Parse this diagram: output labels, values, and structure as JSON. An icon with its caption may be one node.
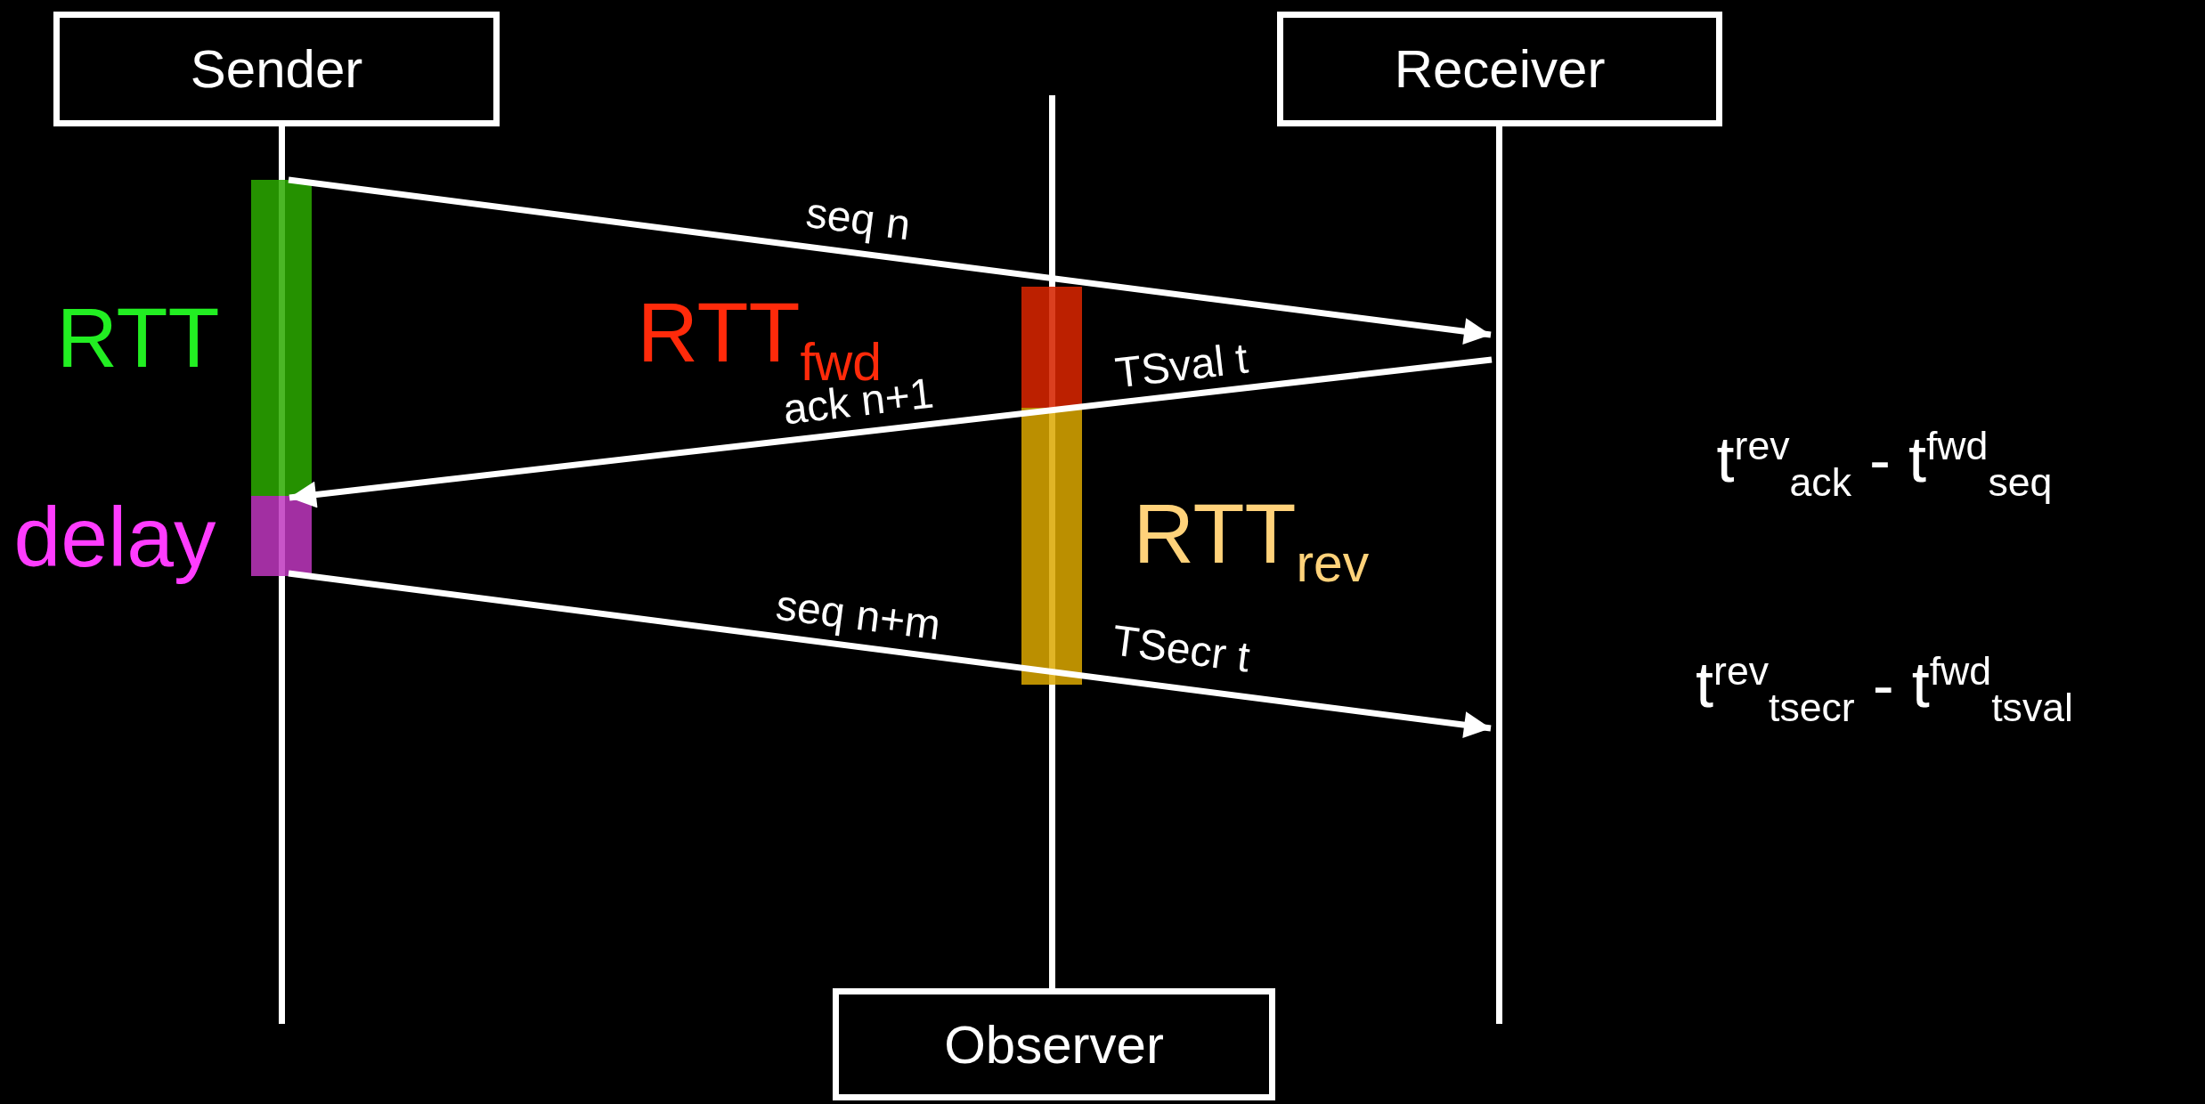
{
  "diagram": {
    "nodes": [
      {
        "text": [
          "Sender"
        ]
      },
      {
        "text": [
          "Receiver"
        ]
      },
      {
        "text": [
          "Observer"
        ]
      }
    ],
    "edges": [
      {
        "from": 0,
        "to": 1,
        "arrow": "to",
        "label": "seq n"
      },
      {
        "from": 1,
        "to": 0,
        "arrow": "to",
        "label": "ack n+1"
      },
      {
        "from": 0,
        "to": 1,
        "arrow": "to",
        "label": "seq n+m"
      }
    ],
    "labels": [
      "RTT",
      "RTT$_{fwd}$",
      "TSval t",
      "t$^{rev}$$_{ack}$ - t$^{fwd}$$_{seq}$",
      "delay",
      "RTT$_{rev}$",
      "TSecr t",
      "t$^{rev}$$_{tsecr}$ - t$^{fwd}$$_{tsval}$"
    ]
  }
}
